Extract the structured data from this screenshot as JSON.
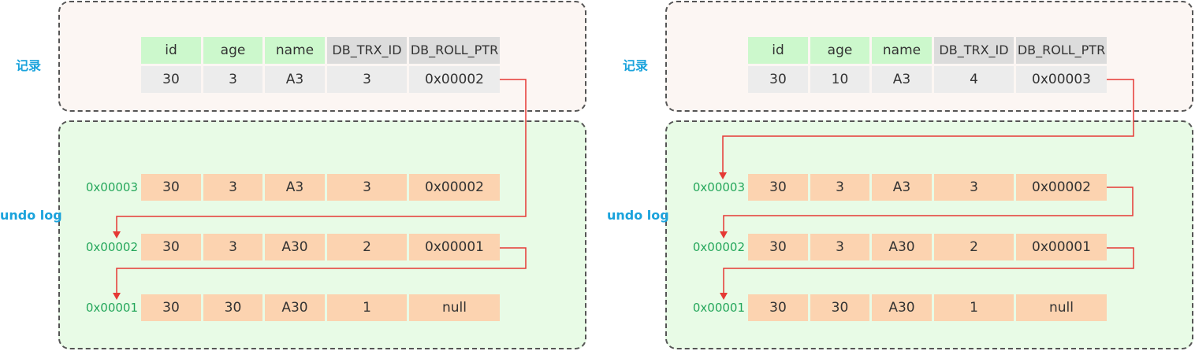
{
  "colors": {
    "header_green": "#ccf8cc",
    "header_gray": "#dcdcdc",
    "record_row": "#ececec",
    "undo_row": "#fcd3b0",
    "record_bg": "#fcf6f3",
    "undo_bg": "#e8fbe6",
    "label_blue": "#1aa3dc",
    "addr_green": "#23a65a",
    "link_red": "#e53935"
  },
  "panels": [
    {
      "record_label": "记录",
      "undo_label": "undo log",
      "headers": [
        "id",
        "age",
        "name",
        "DB_TRX_ID",
        "DB_ROLL_PTR"
      ],
      "record": [
        "30",
        "3",
        "A3",
        "3",
        "0x00002"
      ],
      "undo": [
        {
          "addr": "0x00003",
          "cells": [
            "30",
            "3",
            "A3",
            "3",
            "0x00002"
          ]
        },
        {
          "addr": "0x00002",
          "cells": [
            "30",
            "3",
            "A30",
            "2",
            "0x00001"
          ]
        },
        {
          "addr": "0x00001",
          "cells": [
            "30",
            "30",
            "A30",
            "1",
            "null"
          ]
        }
      ]
    },
    {
      "record_label": "记录",
      "undo_label": "undo log",
      "headers": [
        "id",
        "age",
        "name",
        "DB_TRX_ID",
        "DB_ROLL_PTR"
      ],
      "record": [
        "30",
        "10",
        "A3",
        "4",
        "0x00003"
      ],
      "undo": [
        {
          "addr": "0x00003",
          "cells": [
            "30",
            "3",
            "A3",
            "3",
            "0x00002"
          ]
        },
        {
          "addr": "0x00002",
          "cells": [
            "30",
            "3",
            "A30",
            "2",
            "0x00001"
          ]
        },
        {
          "addr": "0x00001",
          "cells": [
            "30",
            "30",
            "A30",
            "1",
            "null"
          ]
        }
      ]
    }
  ]
}
